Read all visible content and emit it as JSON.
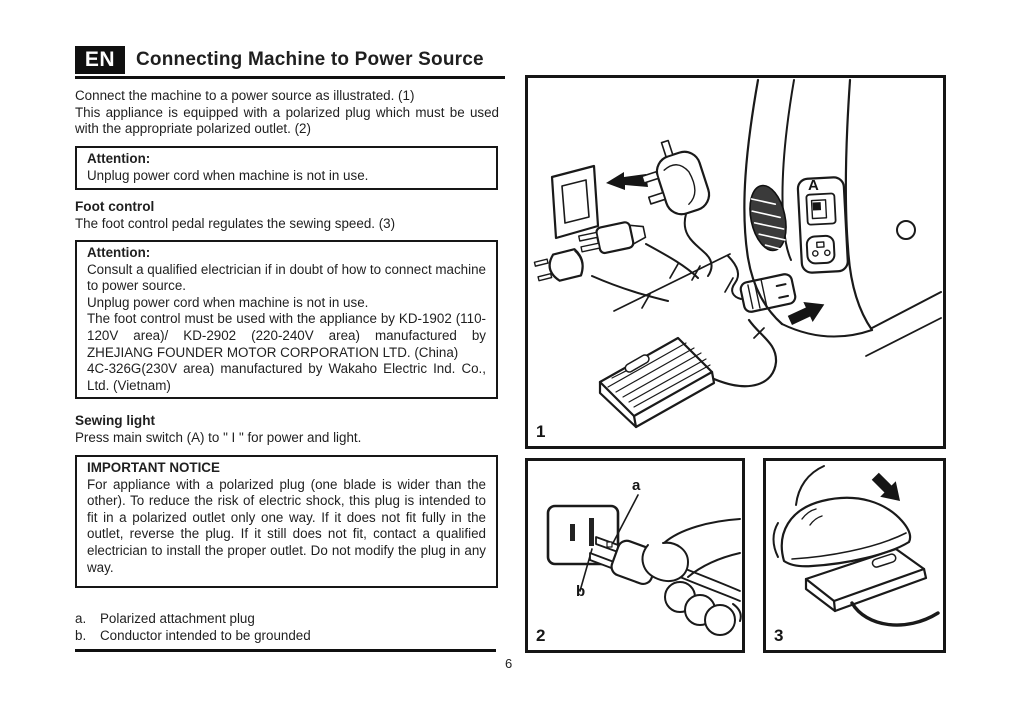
{
  "header": {
    "language_badge": "EN",
    "title": "Connecting Machine to Power Source"
  },
  "intro": {
    "line1": "Connect the machine to a power source as illustrated. (1)",
    "line2": "This appliance is equipped with a polarized plug which must be used with the appropriate polarized outlet. (2)"
  },
  "attention_unplug": {
    "heading": "Attention:",
    "body": "Unplug power cord when machine is not in use."
  },
  "foot_control": {
    "heading": "Foot control",
    "body": "The foot control pedal regulates the sewing speed. (3)"
  },
  "attention_electrician": {
    "heading": "Attention:",
    "lines": [
      "Consult a qualified electrician if in doubt of how to connect machine to power source.",
      "Unplug power cord when machine is not in use.",
      "The foot control must be used with the appliance by KD-1902 (110-120V area)/ KD-2902 (220-240V area) manufactured by ZHEJIANG FOUNDER MOTOR CORPORATION LTD. (China)",
      "4C-326G(230V area) manufactured by Wakaho Electric Ind. Co., Ltd. (Vietnam)"
    ]
  },
  "sewing_light": {
    "heading": "Sewing light",
    "body": "Press main switch (A) to \" I \" for power and light."
  },
  "important_notice": {
    "heading": "IMPORTANT NOTICE",
    "body": "For appliance with a polarized plug (one blade is wider than the other). To reduce the risk of electric shock, this plug is intended to fit in a polarized outlet only one way. If it does not fit fully in the outlet, reverse the plug. If it still does not fit, contact a qualified electrician to install the proper outlet. Do not modify the plug in any way."
  },
  "legend": {
    "items": [
      {
        "key": "a.",
        "text": "Polarized attachment plug"
      },
      {
        "key": "b.",
        "text": "Conductor intended to be grounded"
      }
    ]
  },
  "figures": {
    "fig1": {
      "number": "1",
      "switch_label": "A"
    },
    "fig2": {
      "number": "2",
      "callout_a": "a",
      "callout_b": "b"
    },
    "fig3": {
      "number": "3"
    }
  },
  "footer": {
    "page_number": "6"
  },
  "colors": {
    "ink": "#1f1f1f",
    "paper": "#ffffff",
    "line": "#161616"
  }
}
